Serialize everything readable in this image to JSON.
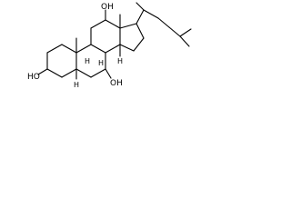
{
  "structure": {
    "kind": "skeletal-formula",
    "colors": {
      "bond": "#000000",
      "background": "#ffffff"
    },
    "labels": {
      "oh_c3": "HO",
      "oh_c7": "OH",
      "oh_c12": "OH",
      "h_c5": "H",
      "h_c8": "H",
      "h_c9": "H",
      "h_c14": "H"
    }
  }
}
